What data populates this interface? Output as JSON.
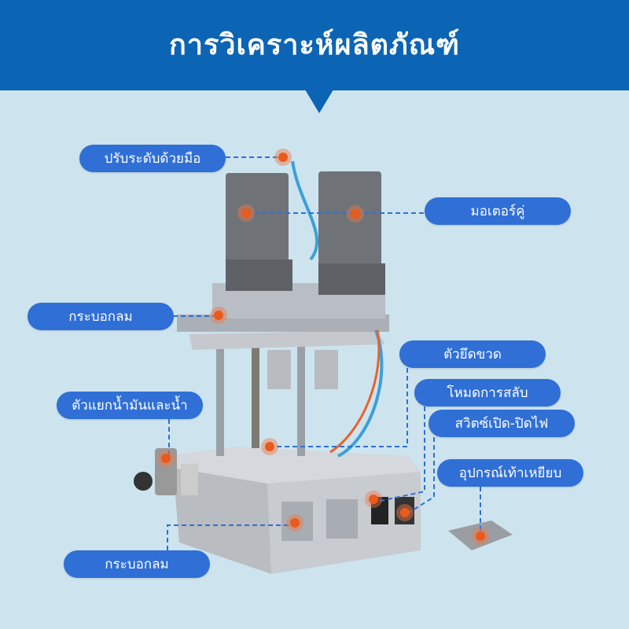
{
  "header": {
    "title": "การวิเคราะห์ผลิตภัณฑ์"
  },
  "labels": {
    "manual_adjust": "ปรับระดับด้วยมือ",
    "dual_motor": "มอเตอร์คู่",
    "air_cylinder_top": "กระบอกลม",
    "bottle_holder": "ตัวยึดขวด",
    "oil_water_separator": "ตัวแยกน้ำมันและน้ำ",
    "switch_mode": "โหมดการสลับ",
    "power_switch": "สวิตซ์เปิด-ปิดไฟ",
    "foot_pedal": "อุปกรณ์เท้าเหยียบ",
    "air_cylinder_bottom": "กระบอกลม"
  },
  "colors": {
    "header": "#0c64b4",
    "background": "#cde4ef",
    "pill": "#2f6fd6",
    "marker": "#ea5a1c"
  }
}
